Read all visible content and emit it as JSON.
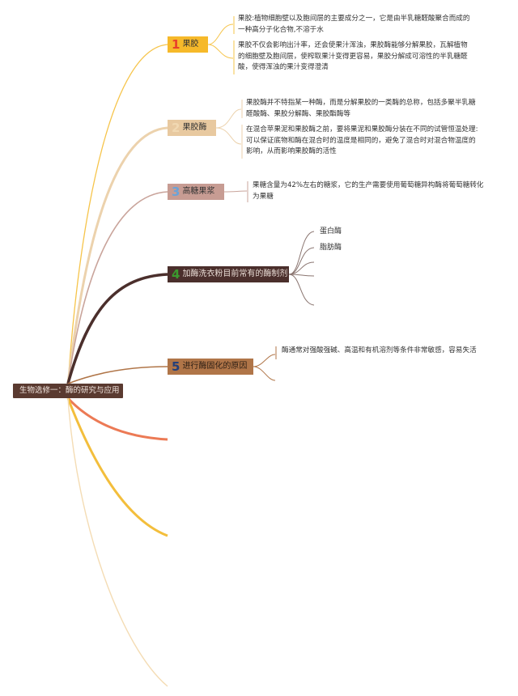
{
  "root": {
    "label": "生物选修一：酶的研究与应用"
  },
  "branches": [
    {
      "num": "1",
      "label": "果胶",
      "notes": [
        "果胶:植物细胞壁以及胞间层的主要成分之一，它是由半乳糖醛酸聚合而成的一种高分子化合物,不溶于水",
        "果胶不仅会影响出汁率，还会使果汁浑浊，果胶酶能够分解果胶，瓦解植物的细胞壁及胞间层，使榨取果汁变得更容易，果胶分解成可溶性的半乳糖醛酸，使得浑浊的果汁变得澄清"
      ]
    },
    {
      "num": "2",
      "label": "果胶酶",
      "notes": [
        "果胶酶并不特指某一种酶，而是分解果胶的一类酶的总称，包括多聚半乳糖醛酸酶、果胶分解酶、果胶酯酶等",
        "在混合苹果泥和果胶酶之前，要将果泥和果胶酶分装在不同的试管恒温处理:可以保证底物和酶在混合时的温度是相同的，避免了混合时对混合物温度的影响，从而影响果胶酶的活性"
      ]
    },
    {
      "num": "3",
      "label": "高糖果浆",
      "notes": [
        "果糖含量为42%左右的糖浆，它的生产需要使用葡萄糖异构酶将葡萄糖转化为果糖"
      ]
    },
    {
      "num": "4",
      "label": "加酶洗衣粉目前常有的酶制剂",
      "leaves": [
        "蛋白酶",
        "脂肪酶"
      ]
    },
    {
      "num": "5",
      "label": "进行酶固化的原因",
      "notes": [
        "酶通常对强酸强碱、高温和有机溶剂等条件非常敏感，容易失活"
      ]
    }
  ],
  "colors": {
    "branch1": "#f6b92a",
    "branch2": "#e8c9a0",
    "branch3": "#c79c93",
    "branch4": "#4b2f2c",
    "branch5": "#b07548",
    "branch6": "#ec7a55",
    "branch7": "#f3be3c",
    "branch8": "#f4dcb4",
    "root": "#5a3a30"
  }
}
